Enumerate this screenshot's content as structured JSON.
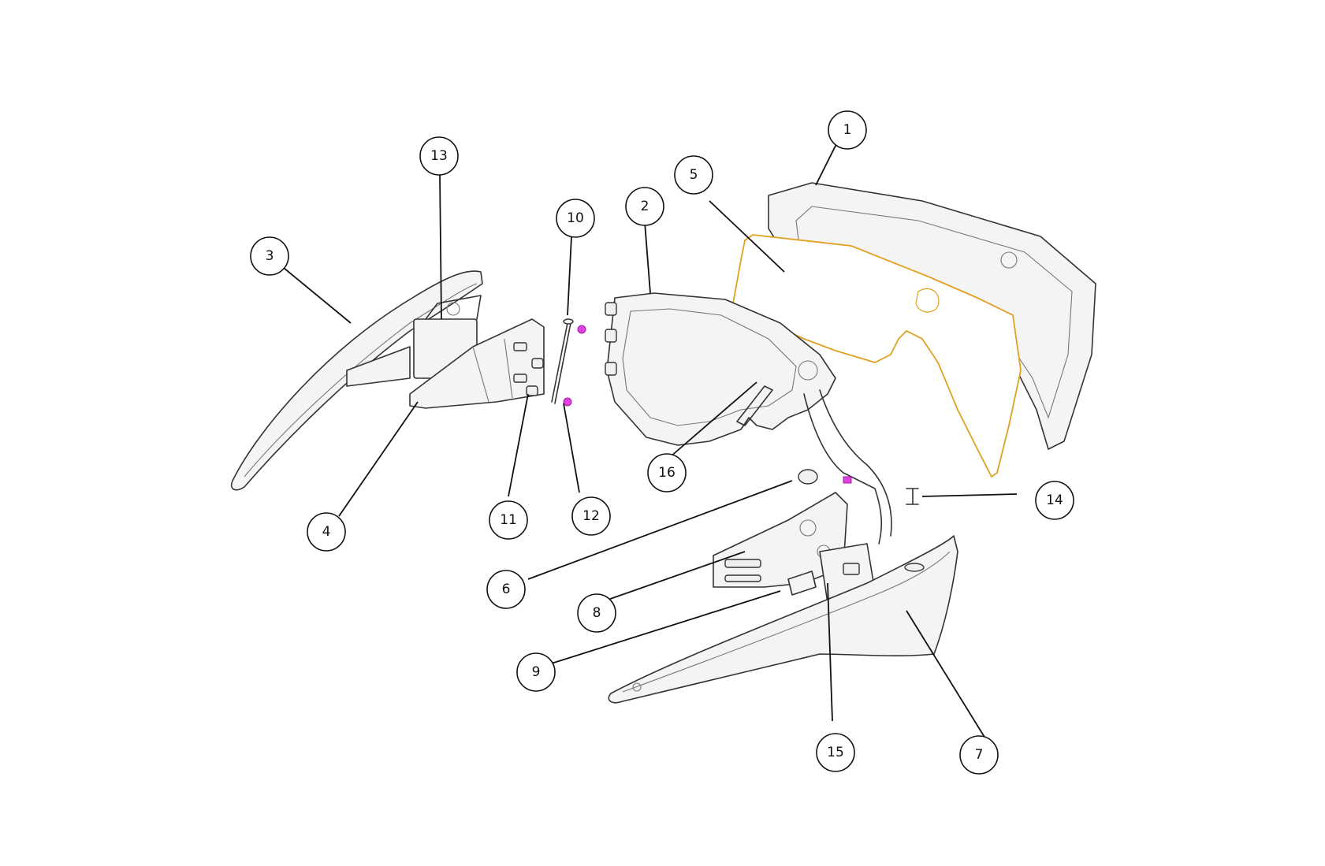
{
  "diagram": {
    "accent_lens_color": "#e0a020",
    "accent_fastener_color": "#e040e0",
    "callouts": [
      {
        "id": "c1",
        "label": "1"
      },
      {
        "id": "c2",
        "label": "2"
      },
      {
        "id": "c3",
        "label": "3"
      },
      {
        "id": "c4",
        "label": "4"
      },
      {
        "id": "c5",
        "label": "5"
      },
      {
        "id": "c6",
        "label": "6"
      },
      {
        "id": "c7",
        "label": "7"
      },
      {
        "id": "c8",
        "label": "8"
      },
      {
        "id": "c9",
        "label": "9"
      },
      {
        "id": "c10",
        "label": "10"
      },
      {
        "id": "c11",
        "label": "11"
      },
      {
        "id": "c12",
        "label": "12"
      },
      {
        "id": "c13",
        "label": "13"
      },
      {
        "id": "c14",
        "label": "14"
      },
      {
        "id": "c15",
        "label": "15"
      },
      {
        "id": "c16",
        "label": "16"
      }
    ]
  }
}
